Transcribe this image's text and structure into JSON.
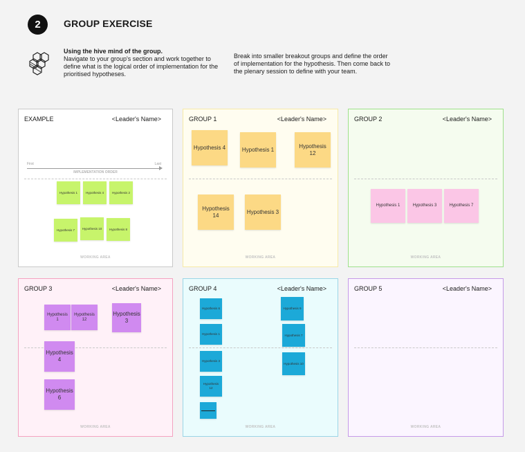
{
  "header": {
    "step_number": "2",
    "title": "GROUP EXERCISE"
  },
  "intro": {
    "heading": "Using the hive mind of the group.",
    "body": "Navigate to your group's section and work together to define what is the logical order of implementation for the prioritised hypotheses."
  },
  "instructions": "Break into smaller breakout groups and define the order of implementation for the hypothesis. Then come back to the plenary session to define with your team.",
  "common": {
    "leader_name": "<Leader's Name>",
    "working_area": "WORKING AREA"
  },
  "example": {
    "title": "EXAMPLE",
    "axis_first": "First",
    "axis_last": "Last",
    "axis_label": "IMPLEMENTATION ORDER",
    "notes": [
      "Hypothesis 1",
      "Hypothesis 4",
      "Hypothesis 2",
      "Hypothesis 7",
      "Hypothesis 10",
      "Hypothesis 8"
    ]
  },
  "group1": {
    "title": "GROUP 1",
    "notes": [
      "Hypothesis 4",
      "Hypothesis 1",
      "Hypothesis 12",
      "Hypothesis 14",
      "Hypothesis 3"
    ]
  },
  "group2": {
    "title": "GROUP 2",
    "notes": [
      "Hypothesis 1",
      "Hypothesis 3",
      "Hypothesis 7"
    ]
  },
  "group3": {
    "title": "GROUP 3",
    "notes": [
      "Hypothesis 1",
      "Hypothesis 12",
      "Hypothesis 3",
      "Hypothesis 4",
      "Hypothesis 6"
    ]
  },
  "group4": {
    "title": "GROUP 4",
    "notes": [
      "Hypothesis 6",
      "Hypothesis 1",
      "Hypothesis 3",
      "Hypothesis 12",
      "Hypothesis 9",
      "Hypothesis 7",
      "Hypothesis 10"
    ]
  },
  "group5": {
    "title": "GROUP 5"
  },
  "colors": {
    "example_border": "#c9c9c9",
    "example_note": "#c7f46b",
    "group1_border": "#f6e9a6",
    "group1_bg": "#fffdf0",
    "group1_note": "#fcd985",
    "group2_border": "#9ee08a",
    "group2_bg": "#f5fcef",
    "group2_note": "#fbc6e6",
    "group3_border": "#f4a2c0",
    "group3_bg": "#fff1f8",
    "group3_note": "#d08af0",
    "group4_border": "#9ad5e6",
    "group4_bg": "#eafcfd",
    "group4_note": "#1ca9d8",
    "group5_border": "#c59ae8",
    "group5_bg": "#fbf5ff"
  },
  "icons": [
    "hive-icon"
  ]
}
